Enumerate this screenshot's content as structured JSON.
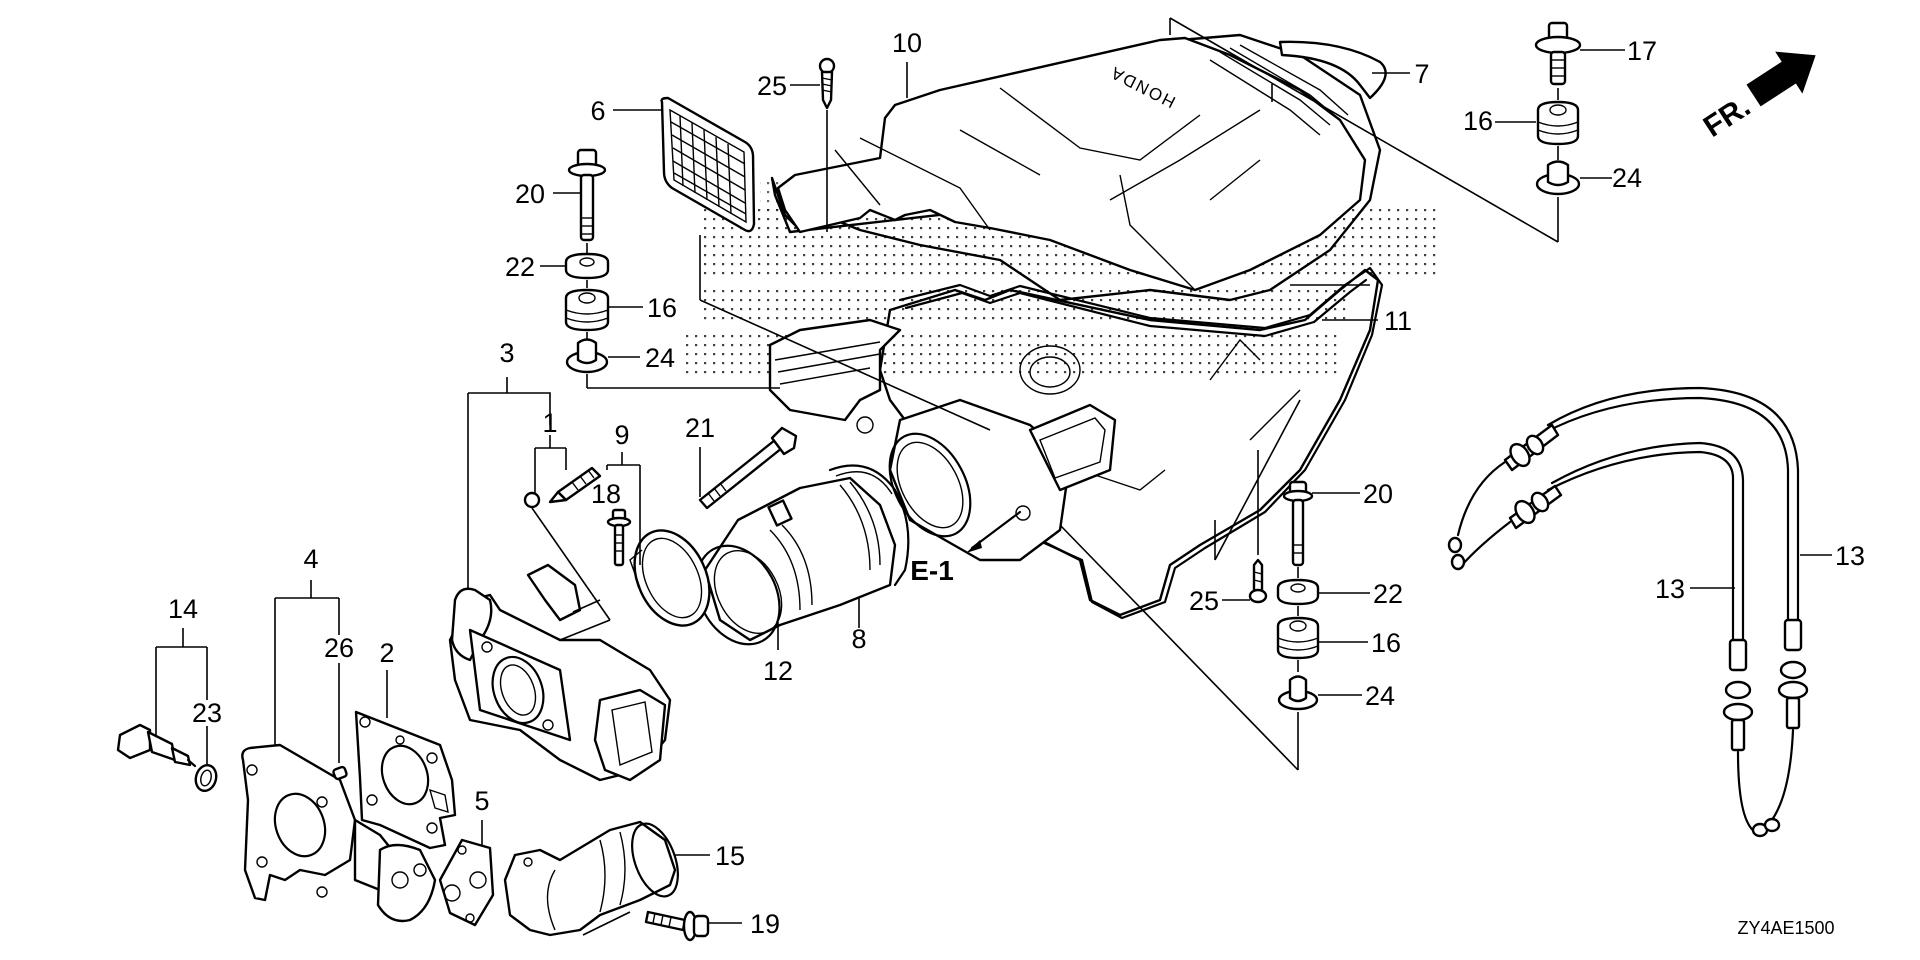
{
  "diagram": {
    "title": "Intake Cover / Throttle Body Exploded View",
    "diagram_code": "ZY4AE1500",
    "direction_indicator": "FR.",
    "reference_callout": "E-1",
    "brand_mark": "HONDA",
    "line_color": "#000000",
    "background_color": "#ffffff",
    "stipple_color": "#000000"
  },
  "parts": [
    {
      "ref": "1",
      "label": "1"
    },
    {
      "ref": "2",
      "label": "2"
    },
    {
      "ref": "3",
      "label": "3"
    },
    {
      "ref": "4",
      "label": "4"
    },
    {
      "ref": "5",
      "label": "5"
    },
    {
      "ref": "6",
      "label": "6"
    },
    {
      "ref": "7",
      "label": "7"
    },
    {
      "ref": "8",
      "label": "8"
    },
    {
      "ref": "9",
      "label": "9"
    },
    {
      "ref": "10",
      "label": "10"
    },
    {
      "ref": "11",
      "label": "11"
    },
    {
      "ref": "12",
      "label": "12"
    },
    {
      "ref": "13",
      "label": "13"
    },
    {
      "ref": "14",
      "label": "14"
    },
    {
      "ref": "15",
      "label": "15"
    },
    {
      "ref": "16",
      "label": "16"
    },
    {
      "ref": "17",
      "label": "17"
    },
    {
      "ref": "18",
      "label": "18"
    },
    {
      "ref": "19",
      "label": "19"
    },
    {
      "ref": "20",
      "label": "20"
    },
    {
      "ref": "21",
      "label": "21"
    },
    {
      "ref": "22",
      "label": "22"
    },
    {
      "ref": "23",
      "label": "23"
    },
    {
      "ref": "24",
      "label": "24"
    },
    {
      "ref": "25",
      "label": "25"
    },
    {
      "ref": "26",
      "label": "26"
    }
  ]
}
